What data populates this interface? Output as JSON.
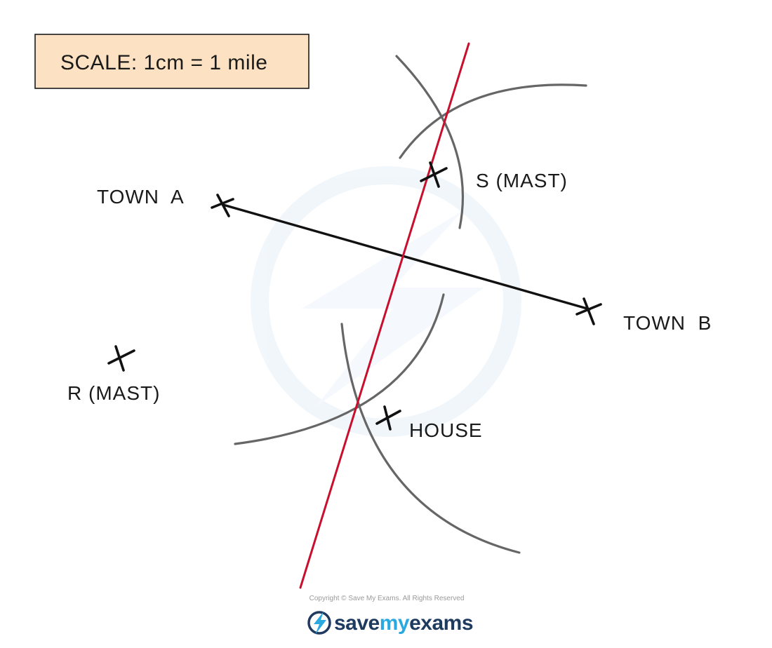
{
  "scale_box": {
    "text": "SCALE: 1cm = 1 mile"
  },
  "points": {
    "town_a": "TOWN  A",
    "town_b": "TOWN  B",
    "s_mast": "S (MAST)",
    "r_mast": "R (MAST)",
    "house": "HOUSE"
  },
  "footer": {
    "copyright": "Copyright © Save My Exams. All Rights Reserved",
    "brand_save": "save",
    "brand_my": "my",
    "brand_exams": "exams"
  },
  "colors": {
    "scale_fill": "#fce1c2",
    "segment": "#111111",
    "bisector": "#c8102e",
    "arcs": "#666666",
    "brand_dark": "#1f3a5f",
    "brand_light": "#2aa9e0",
    "watermark": "#e6f0f8"
  }
}
